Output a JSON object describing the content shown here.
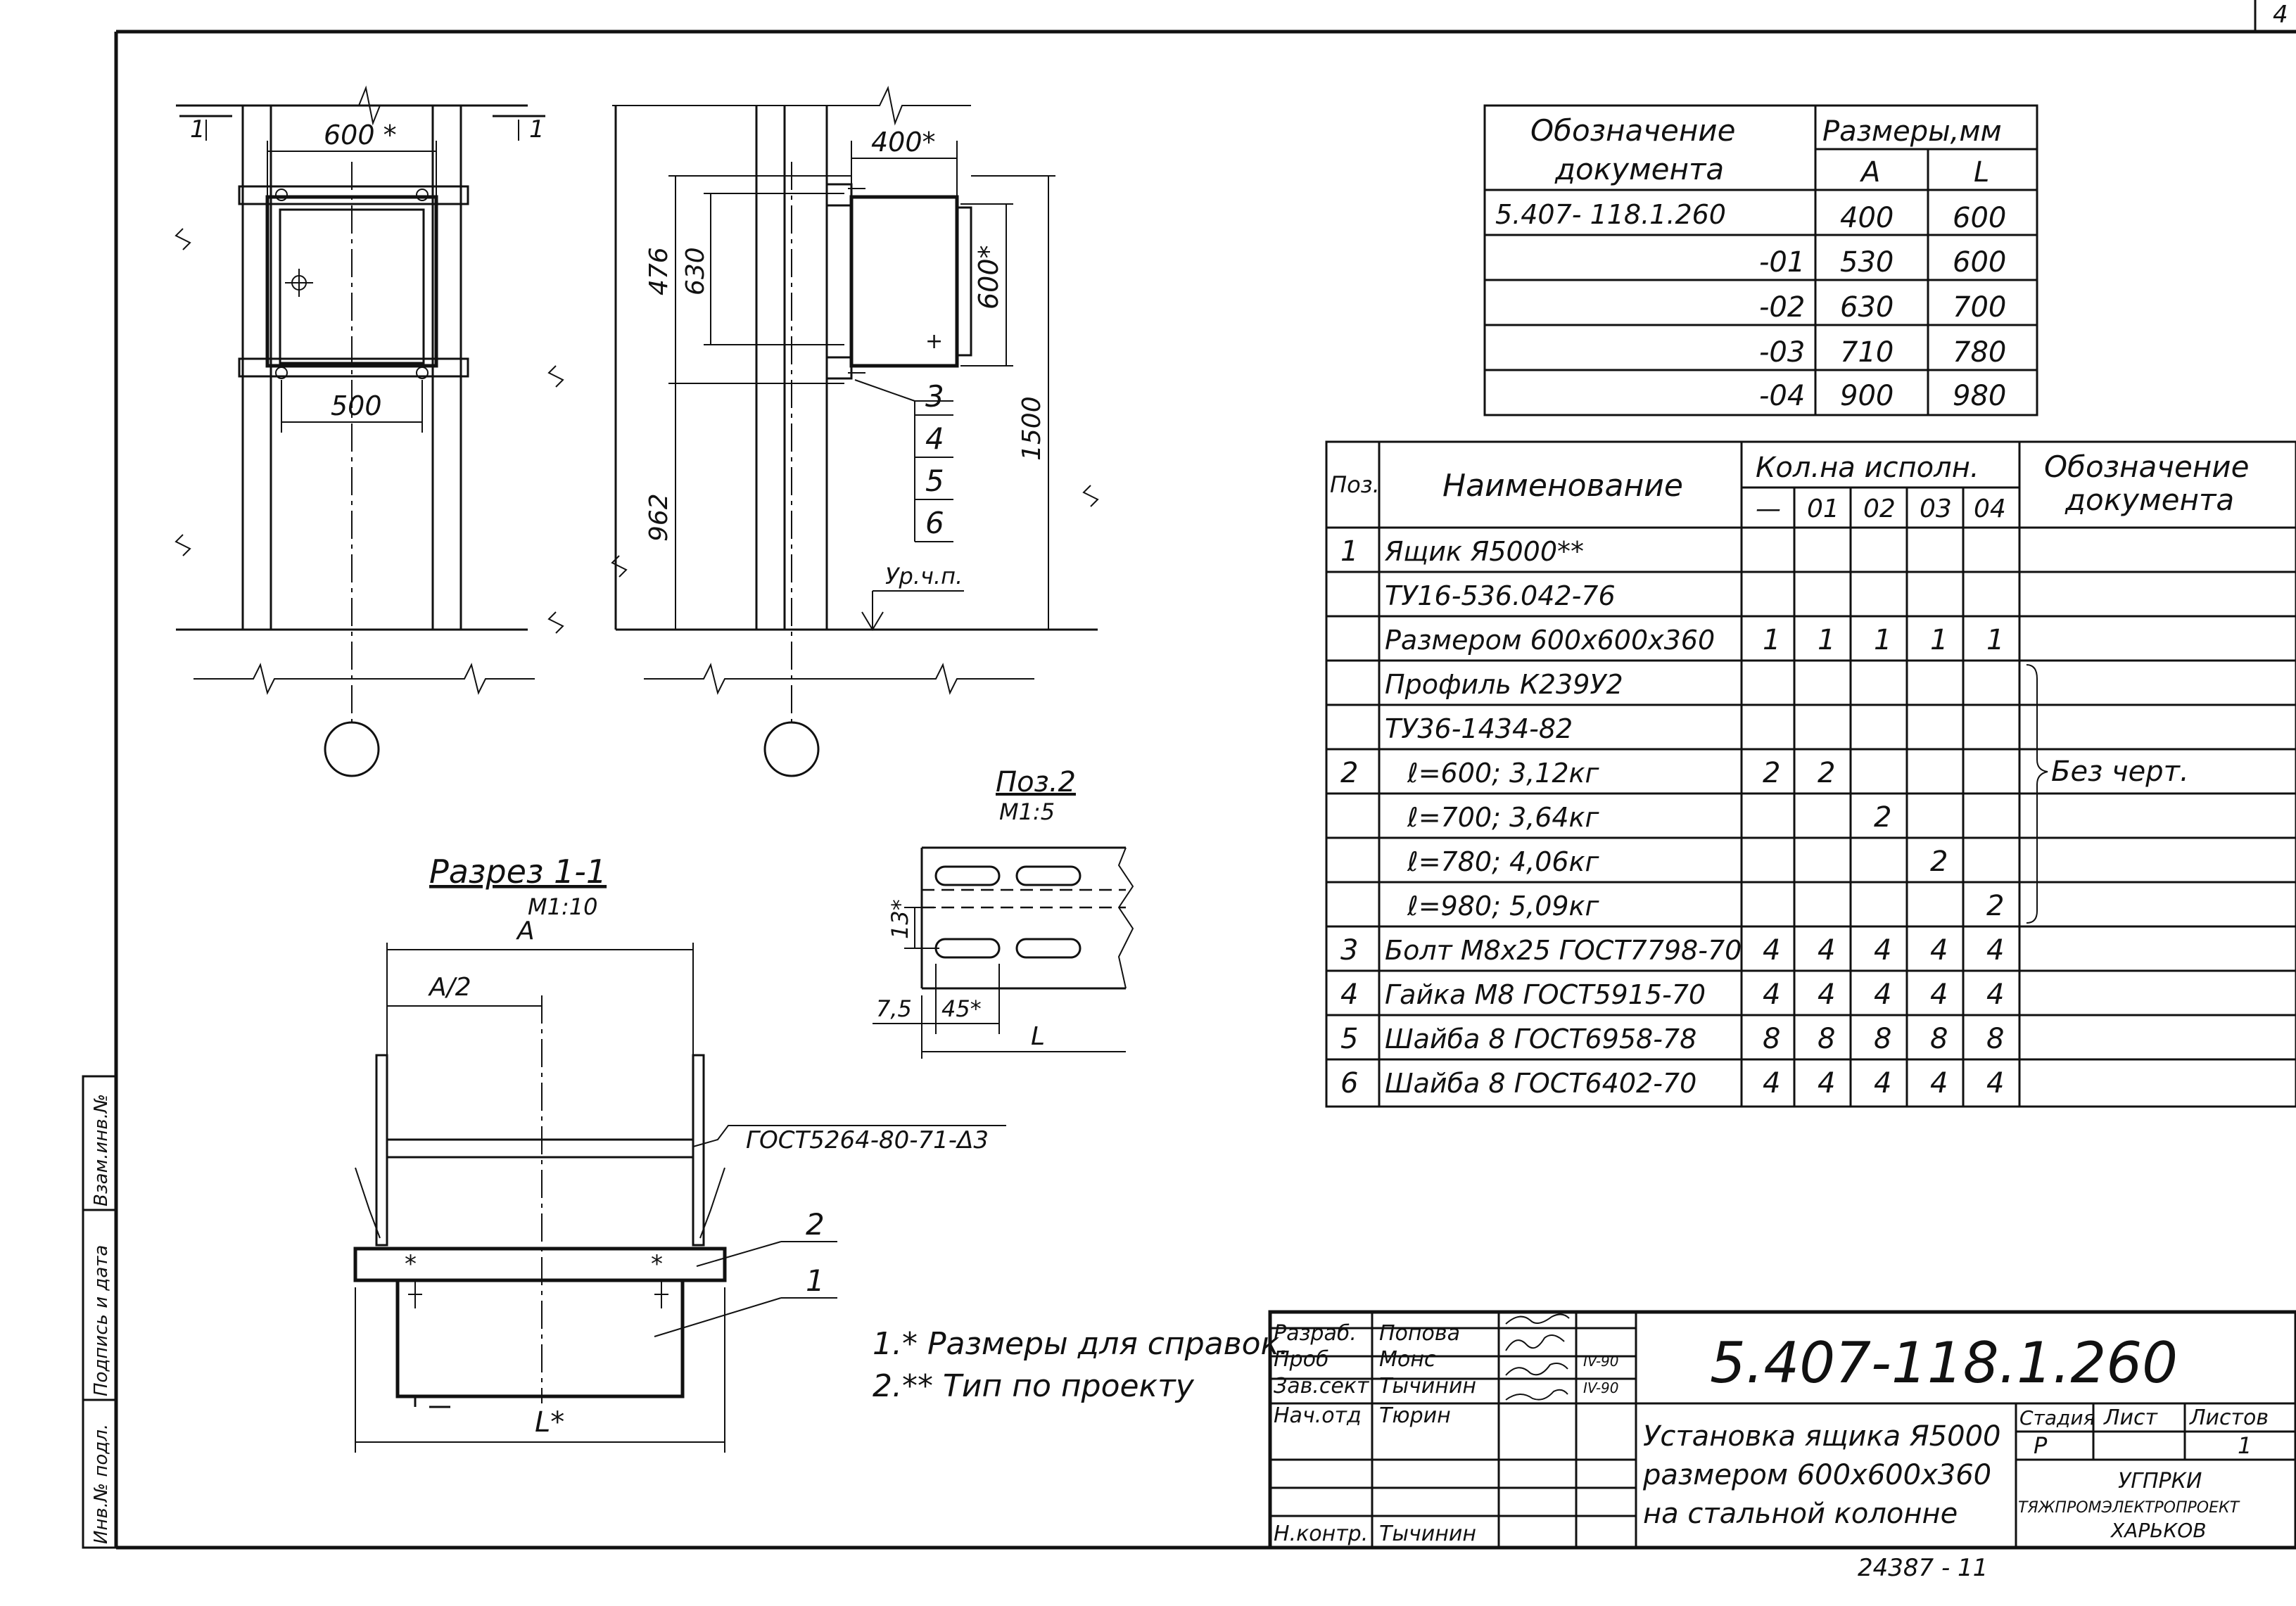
{
  "page_number": "4",
  "top_view": {
    "section_marks": [
      "1",
      "1"
    ],
    "dim_top": "600 *",
    "dim_bottom": "500"
  },
  "side_view": {
    "dim_top": "400*",
    "dim_476": "476",
    "dim_630": "630",
    "dim_600": "600*",
    "dim_962": "962",
    "dim_1500": "1500",
    "callouts": [
      "3",
      "4",
      "5",
      "6"
    ],
    "level_mark": "Ур.ч.п."
  },
  "section": {
    "title": "Разрез 1-1",
    "scale": "M1:10",
    "dim_a": "A",
    "dim_a2": "A/2",
    "weld_note": "ГОСТ5264-80-71-Δ3",
    "leader_2": "2",
    "leader_1": "1",
    "dim_l": "L*"
  },
  "detail": {
    "title": "Поз.2",
    "scale": "M1:5",
    "dim_13": "13*",
    "dim_7_5": "7,5",
    "dim_45": "45*",
    "dim_l": "L"
  },
  "dim_table": {
    "head_doc": [
      "Обозначение",
      "документа"
    ],
    "head_sizes": "Размеры,мм",
    "col_a": "A",
    "col_l": "L",
    "rows": [
      {
        "doc": "5.407- 118.1.260",
        "a": "400",
        "l": "600"
      },
      {
        "doc": "-01",
        "a": "530",
        "l": "600"
      },
      {
        "doc": "-02",
        "a": "630",
        "l": "700"
      },
      {
        "doc": "-03",
        "a": "710",
        "l": "780"
      },
      {
        "doc": "-04",
        "a": "900",
        "l": "980"
      }
    ]
  },
  "spec_table": {
    "head_pos": "Поз.",
    "head_name": "Наименование",
    "head_qty": "Кол.на исполн.",
    "qty_cols": [
      "—",
      "01",
      "02",
      "03",
      "04"
    ],
    "head_doc": [
      "Обозначение",
      "документа"
    ],
    "brace_note": "Без черт.",
    "rows": [
      {
        "pos": "1",
        "name": "Ящик Я5000**",
        "q": [
          "",
          "",
          "",
          "",
          ""
        ]
      },
      {
        "pos": "",
        "name": "ТУ16-536.042-76",
        "q": [
          "",
          "",
          "",
          "",
          ""
        ]
      },
      {
        "pos": "",
        "name": "Размером 600х600х360",
        "q": [
          "1",
          "1",
          "1",
          "1",
          "1"
        ]
      },
      {
        "pos": "",
        "name": "Профиль К239У2",
        "q": [
          "",
          "",
          "",
          "",
          ""
        ]
      },
      {
        "pos": "",
        "name": "ТУ36-1434-82",
        "q": [
          "",
          "",
          "",
          "",
          ""
        ]
      },
      {
        "pos": "2",
        "name": "ℓ=600; 3,12кг",
        "q": [
          "2",
          "2",
          "",
          "",
          ""
        ]
      },
      {
        "pos": "",
        "name": "ℓ=700; 3,64кг",
        "q": [
          "",
          "",
          "2",
          "",
          ""
        ]
      },
      {
        "pos": "",
        "name": "ℓ=780; 4,06кг",
        "q": [
          "",
          "",
          "",
          "2",
          ""
        ]
      },
      {
        "pos": "",
        "name": "ℓ=980; 5,09кг",
        "q": [
          "",
          "",
          "",
          "",
          "2"
        ]
      },
      {
        "pos": "3",
        "name": "Болт М8х25 ГОСТ7798-70",
        "q": [
          "4",
          "4",
          "4",
          "4",
          "4"
        ]
      },
      {
        "pos": "4",
        "name": "Гайка М8 ГОСТ5915-70",
        "q": [
          "4",
          "4",
          "4",
          "4",
          "4"
        ]
      },
      {
        "pos": "5",
        "name": "Шайба 8 ГОСТ6958-78",
        "q": [
          "8",
          "8",
          "8",
          "8",
          "8"
        ]
      },
      {
        "pos": "6",
        "name": "Шайба 8 ГОСТ6402-70",
        "q": [
          "4",
          "4",
          "4",
          "4",
          "4"
        ]
      }
    ]
  },
  "notes": [
    "1.* Размеры для справок.",
    "2.** Тип по проекту"
  ],
  "title_block": {
    "roles": [
      "Разраб.",
      "Проб",
      "Зав.сект",
      "Нач.отд",
      "",
      "",
      "Н.контр."
    ],
    "names": [
      "Попова",
      "Монс",
      "Тычинин",
      "Тюрин",
      "",
      "",
      "Тычинин"
    ],
    "dates": [
      "",
      "IV-90",
      "IV-90",
      "",
      "",
      "",
      ""
    ],
    "code": "5.407-118.1.260",
    "title_lines": [
      "Установка ящика Я5000",
      "размером 600х600х360",
      "на стальной колонне"
    ],
    "stage_head": "Стадия",
    "sheet_head": "Лист",
    "sheets_head": "Листов",
    "stage": "Р",
    "sheets": "1",
    "org_lines": [
      "УГПРКИ",
      "ТЯЖПРОМЭЛЕКТРОПРОЕКТ",
      "ХАРЬКОВ"
    ],
    "bottom_number": "24387 - 11"
  },
  "side_stamp": [
    "Инв.№ подл.",
    "Подпись и дата",
    "Взам.инв.№"
  ]
}
